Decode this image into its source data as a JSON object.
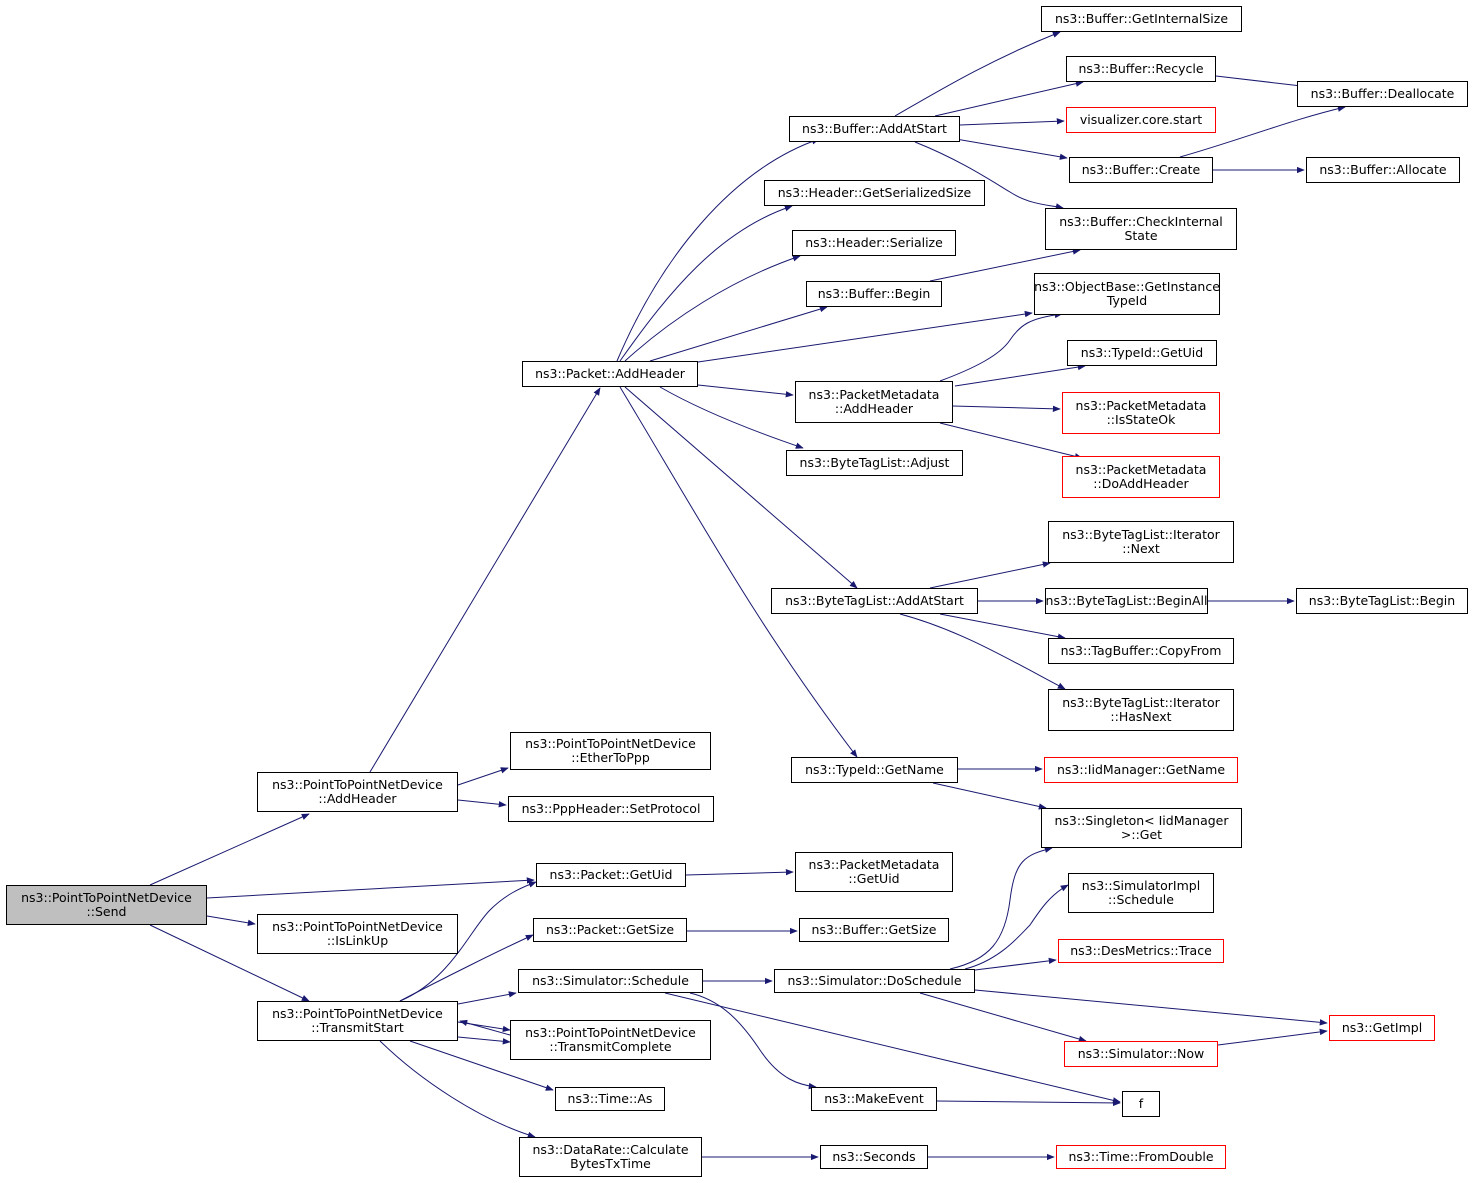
{
  "colors": {
    "edge": "#191970",
    "root_fill": "#bfbfbf",
    "node_border": "#000000",
    "undocumented_border": "#ff0000"
  },
  "nodes": {
    "send": [
      "ns3::PointToPointNetDevice",
      "::Send"
    ],
    "p2p_addheader": [
      "ns3::PointToPointNetDevice",
      "::AddHeader"
    ],
    "ethertoppp": [
      "ns3::PointToPointNetDevice",
      "::EtherToPpp"
    ],
    "setprotocol": [
      "ns3::PppHeader::SetProtocol"
    ],
    "islinkup": [
      "ns3::PointToPointNetDevice",
      "::IsLinkUp"
    ],
    "transmitstart": [
      "ns3::PointToPointNetDevice",
      "::TransmitStart"
    ],
    "packet_getuid": [
      "ns3::Packet::GetUid"
    ],
    "pm_getuid": [
      "ns3::PacketMetadata",
      "::GetUid"
    ],
    "packet_getsize": [
      "ns3::Packet::GetSize"
    ],
    "buffer_getsize": [
      "ns3::Buffer::GetSize"
    ],
    "sim_schedule": [
      "ns3::Simulator::Schedule"
    ],
    "transmitcomplete": [
      "ns3::PointToPointNetDevice",
      "::TransmitComplete"
    ],
    "time_as": [
      "ns3::Time::As"
    ],
    "calcbytes": [
      "ns3::DataRate::Calculate",
      "BytesTxTime"
    ],
    "doschedule": [
      "ns3::Simulator::DoSchedule"
    ],
    "makeevent": [
      "ns3::MakeEvent"
    ],
    "seconds": [
      "ns3::Seconds"
    ],
    "f": [
      "f"
    ],
    "fromdouble": [
      "ns3::Time::FromDouble"
    ],
    "singleton_get": [
      "ns3::Singleton< IidManager",
      ">::Get"
    ],
    "simimpl_schedule": [
      "ns3::SimulatorImpl",
      "::Schedule"
    ],
    "desmetrics": [
      "ns3::DesMetrics::Trace"
    ],
    "sim_now": [
      "ns3::Simulator::Now"
    ],
    "getimpl": [
      "ns3::GetImpl"
    ],
    "packet_addheader": [
      "ns3::Packet::AddHeader"
    ],
    "buf_addatstart": [
      "ns3::Buffer::AddAtStart"
    ],
    "hdr_getser": [
      "ns3::Header::GetSerializedSize"
    ],
    "hdr_serialize": [
      "ns3::Header::Serialize"
    ],
    "buf_begin": [
      "ns3::Buffer::Begin"
    ],
    "pm_addheader": [
      "ns3::PacketMetadata",
      "::AddHeader"
    ],
    "btl_adjust": [
      "ns3::ByteTagList::Adjust"
    ],
    "btl_addatstart": [
      "ns3::ByteTagList::AddAtStart"
    ],
    "typeid_getname": [
      "ns3::TypeId::GetName"
    ],
    "buf_getinternalsize": [
      "ns3::Buffer::GetInternalSize"
    ],
    "buf_recycle": [
      "ns3::Buffer::Recycle"
    ],
    "vis_start": [
      "visualizer.core.start"
    ],
    "buf_create": [
      "ns3::Buffer::Create"
    ],
    "buf_checkinternal": [
      "ns3::Buffer::CheckInternal",
      "State"
    ],
    "buf_deallocate": [
      "ns3::Buffer::Deallocate"
    ],
    "buf_allocate": [
      "ns3::Buffer::Allocate"
    ],
    "objbase_getinst": [
      "ns3::ObjectBase::GetInstance",
      "TypeId"
    ],
    "typeid_getuid": [
      "ns3::TypeId::GetUid"
    ],
    "pm_isstateok": [
      "ns3::PacketMetadata",
      "::IsStateOk"
    ],
    "pm_doaddheader": [
      "ns3::PacketMetadata",
      "::DoAddHeader"
    ],
    "btli_next": [
      "ns3::ByteTagList::Iterator",
      "::Next"
    ],
    "btl_beginall": [
      "ns3::ByteTagList::BeginAll"
    ],
    "btl_begin": [
      "ns3::ByteTagList::Begin"
    ],
    "tagbuf_copyfrom": [
      "ns3::TagBuffer::CopyFrom"
    ],
    "btli_hasnext": [
      "ns3::ByteTagList::Iterator",
      "::HasNext"
    ],
    "iid_getname": [
      "ns3::IidManager::GetName"
    ]
  }
}
